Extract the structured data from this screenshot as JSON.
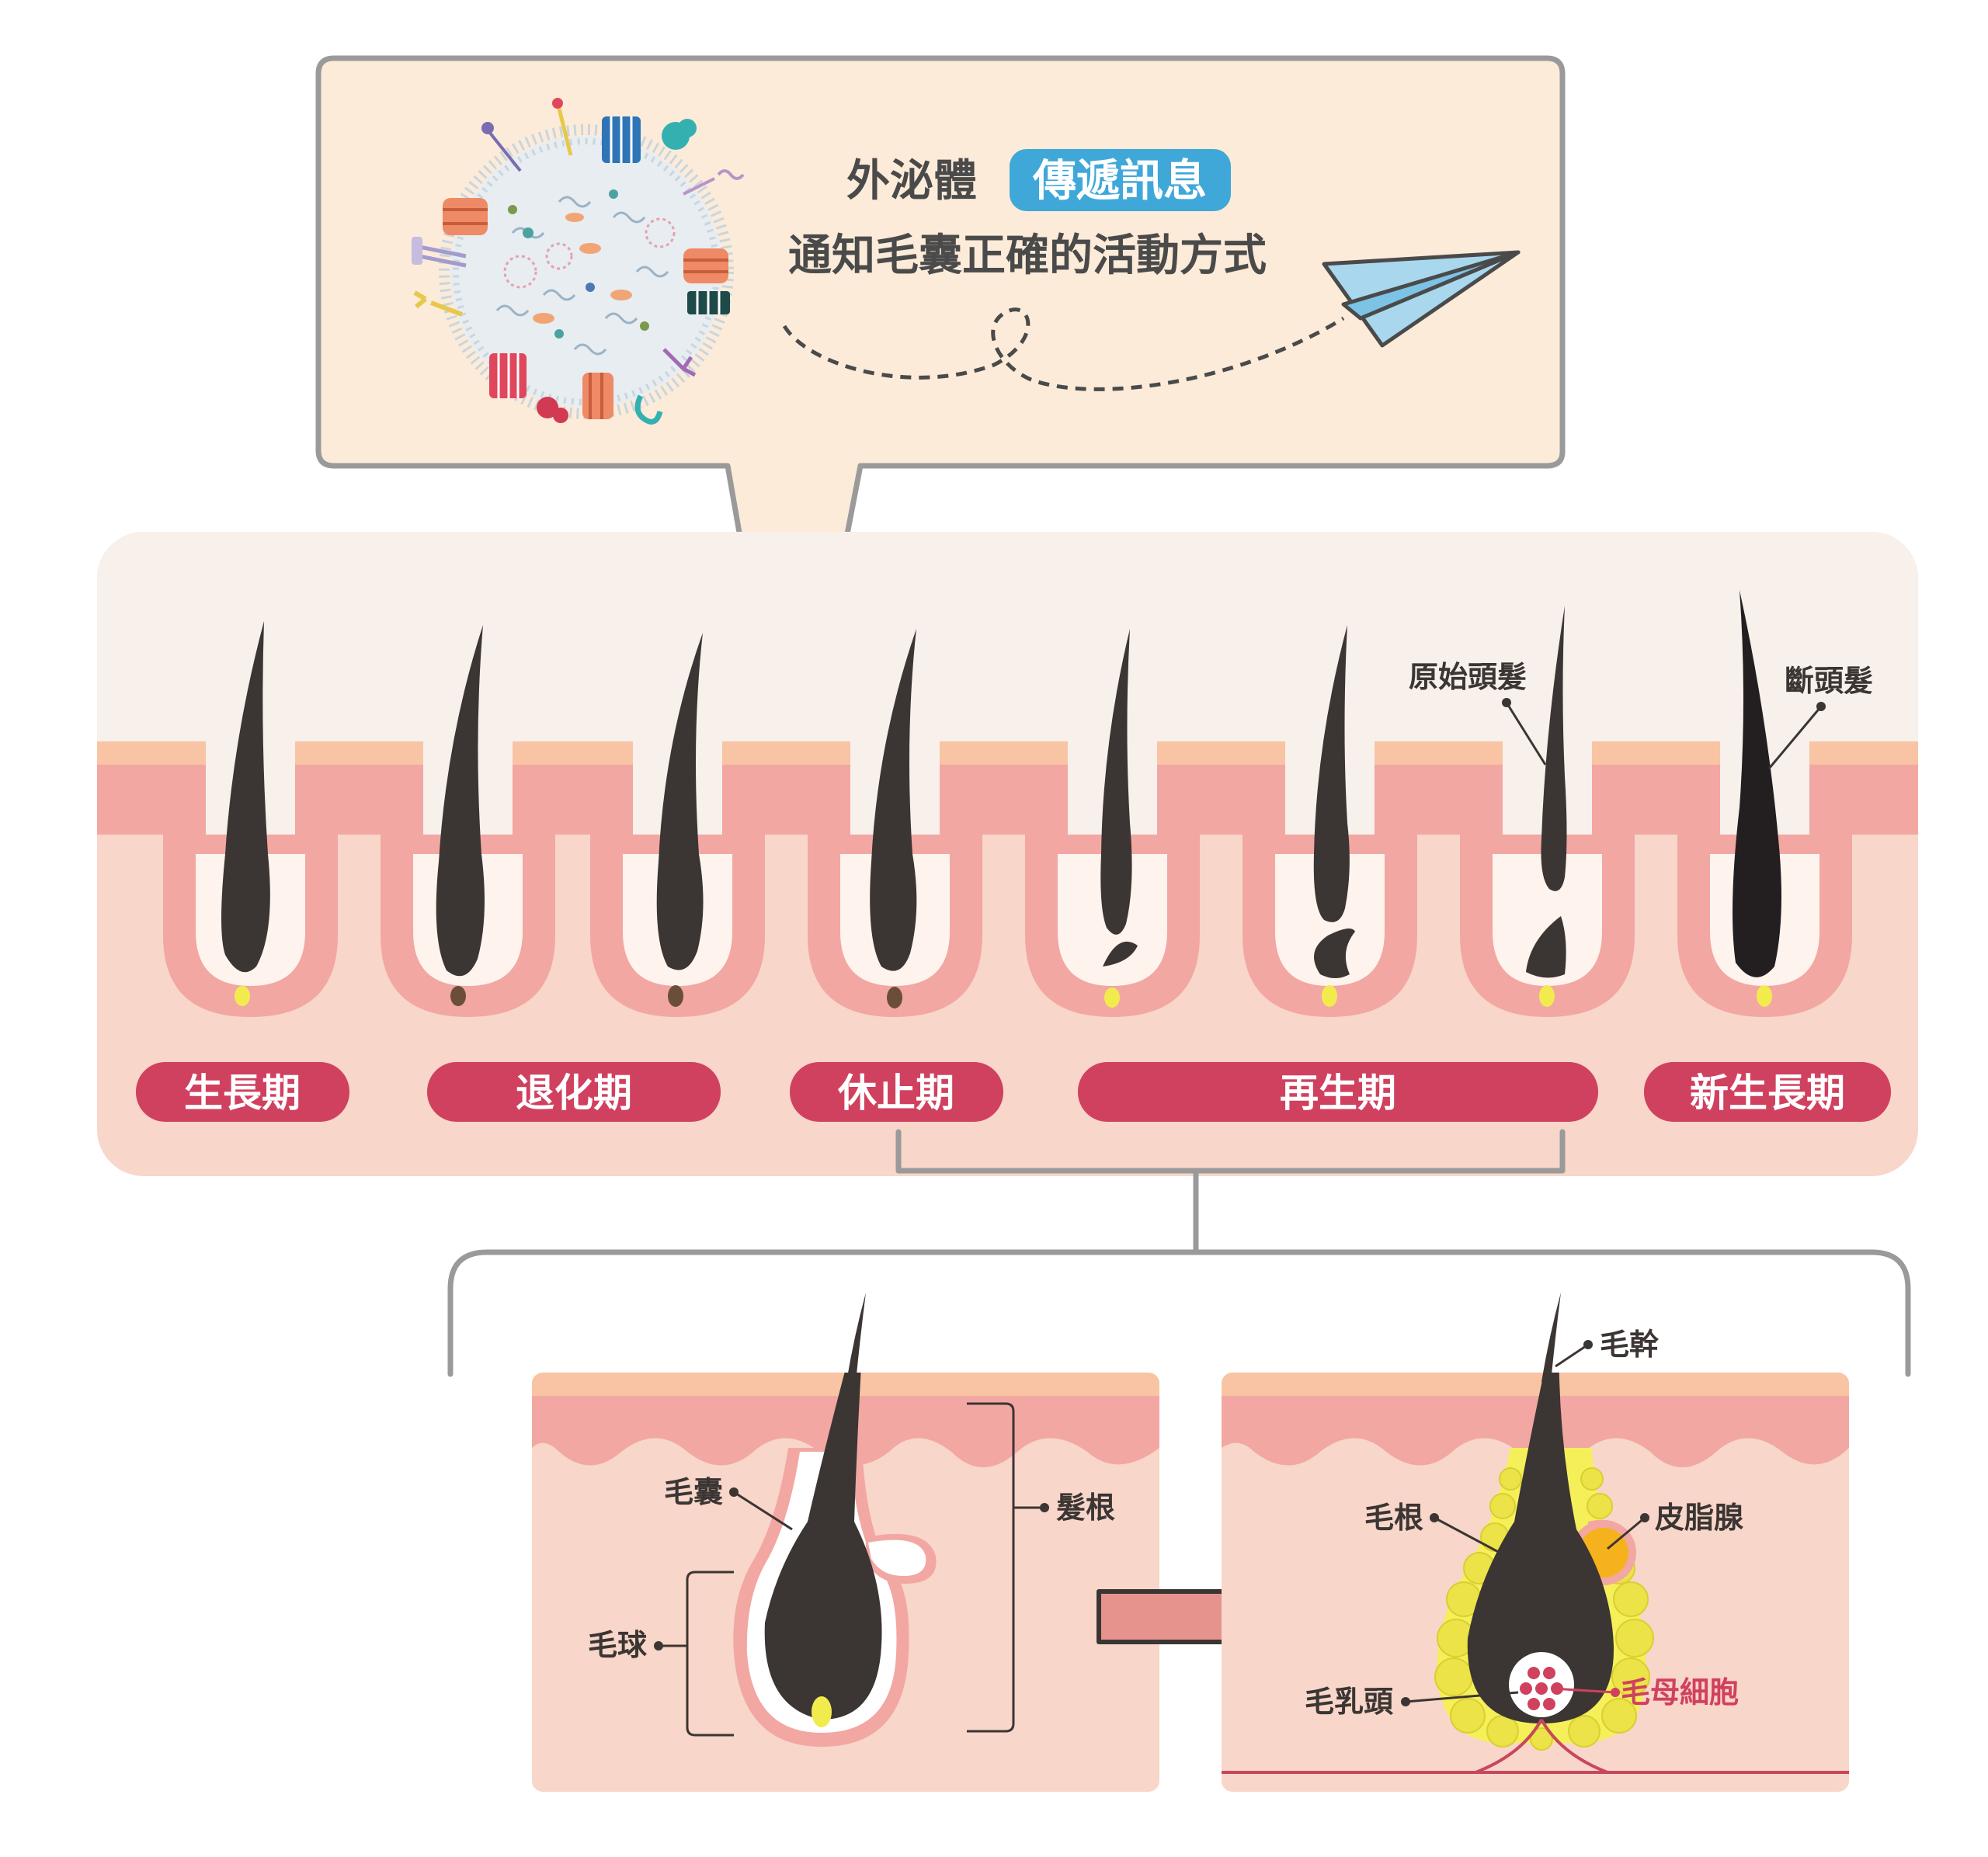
{
  "callout": {
    "line1_prefix": "外泌體",
    "line1_badge": "傳遞訊息",
    "line2": "通知毛囊正確的活動方式"
  },
  "phases": [
    {
      "label": "生長期"
    },
    {
      "label": "退化期"
    },
    {
      "label": "休止期"
    },
    {
      "label": "再生期"
    },
    {
      "label": "新生長期"
    }
  ],
  "strip_labels": {
    "original_hair": "原始頭髮",
    "broken_hair": "斷頭髮"
  },
  "detail_left": {
    "follicle": "毛囊",
    "hair_root": "髮根",
    "hair_bulb": "毛球"
  },
  "detail_right": {
    "hair_shaft": "毛幹",
    "hair_root": "毛根",
    "sebaceous_gland": "皮脂腺",
    "dermal_papilla": "毛乳頭",
    "matrix_cells": "毛母細胞"
  },
  "colors": {
    "callout_bg": "#FCEBD9",
    "badge": "#3FA8D8",
    "phase_badge": "#D0415F",
    "skin_top": "#F8C4A4",
    "skin_mid": "#F2A7A2",
    "dermis": "#F8D6CA",
    "hair": "#3B3533",
    "papilla": "#F2EB4E",
    "highlight_red": "#D0415F"
  }
}
